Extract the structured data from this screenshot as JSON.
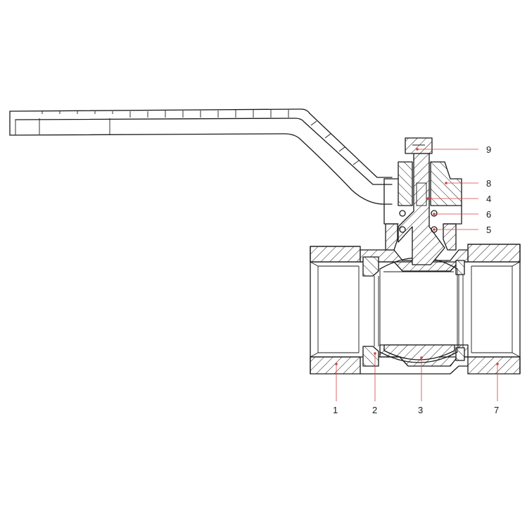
{
  "diagram": {
    "callouts": [
      {
        "id": "9",
        "text": "9"
      },
      {
        "id": "8",
        "text": "8"
      },
      {
        "id": "4",
        "text": "4"
      },
      {
        "id": "6",
        "text": "6"
      },
      {
        "id": "5",
        "text": "5"
      },
      {
        "id": "1",
        "text": "1"
      },
      {
        "id": "2",
        "text": "2"
      },
      {
        "id": "3",
        "text": "3"
      },
      {
        "id": "7",
        "text": "7"
      }
    ],
    "colors": {
      "outline": "#1a1a1a",
      "leader": "#d84040",
      "background": "#ffffff"
    }
  }
}
